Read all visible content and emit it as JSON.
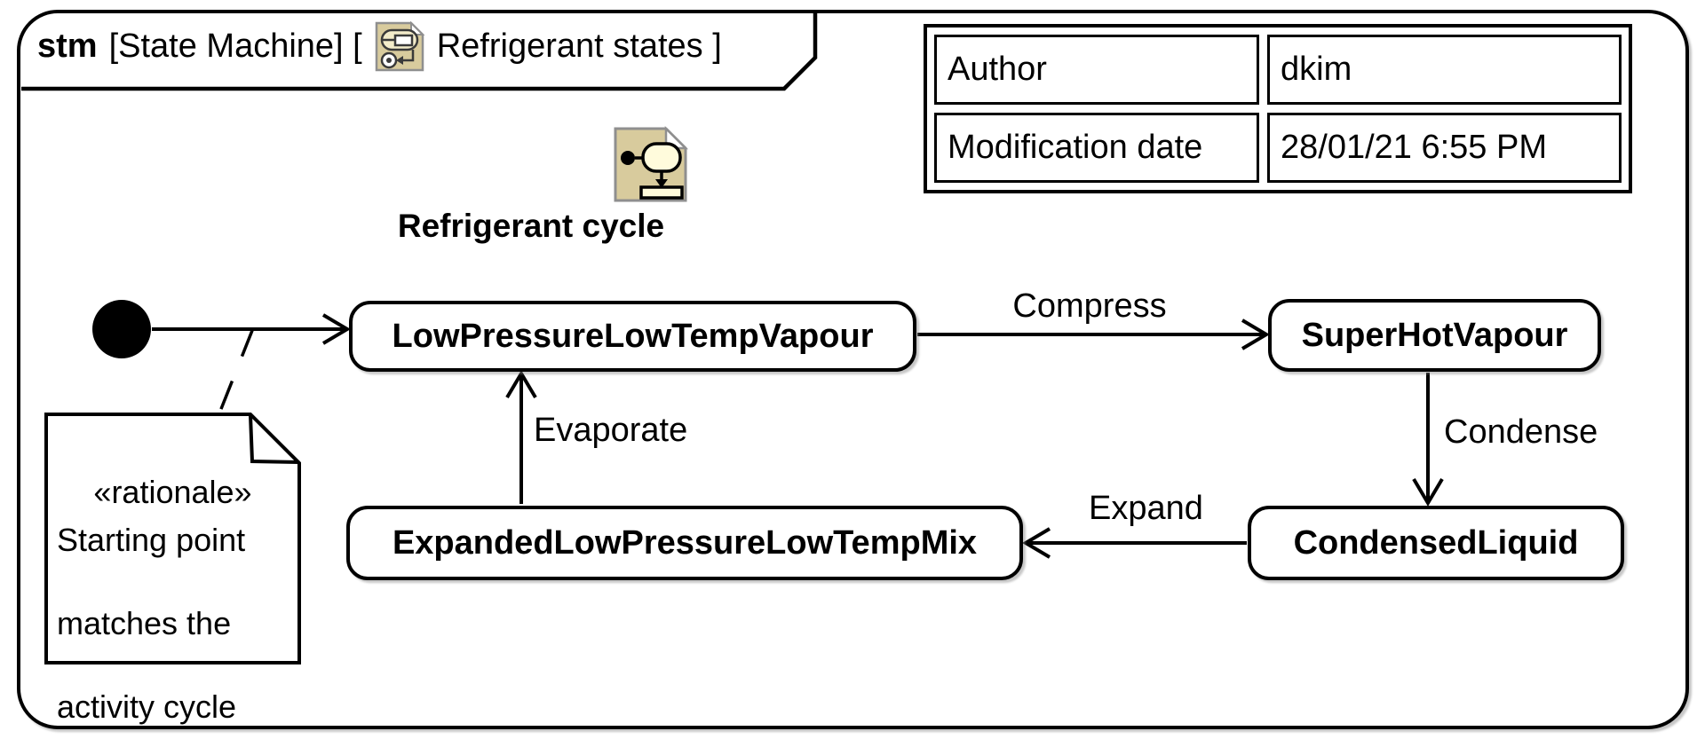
{
  "title": {
    "keyword": "stm",
    "diagram_type": "[State Machine] [",
    "diagram_name": "Refrigerant states ]"
  },
  "properties_table": {
    "rows": [
      {
        "label": "Author",
        "value": "dkim"
      },
      {
        "label": "Modification date",
        "value": "28/01/21 6:55 PM"
      }
    ]
  },
  "context_icon": {
    "label": "Refrigerant cycle"
  },
  "states": [
    {
      "name": "LowPressureLowTempVapour"
    },
    {
      "name": "SuperHotVapour"
    },
    {
      "name": "CondensedLiquid"
    },
    {
      "name": "ExpandedLowPressureLowTempMix"
    }
  ],
  "initial_state": {
    "kind": "initial-pseudostate"
  },
  "transitions": [
    {
      "label": "Compress",
      "from": "LowPressureLowTempVapour",
      "to": "SuperHotVapour"
    },
    {
      "label": "Condense",
      "from": "SuperHotVapour",
      "to": "CondensedLiquid"
    },
    {
      "label": "Expand",
      "from": "CondensedLiquid",
      "to": "ExpandedLowPressureLowTempMix"
    },
    {
      "label": "Evaporate",
      "from": "ExpandedLowPressureLowTempMix",
      "to": "LowPressureLowTempVapour"
    },
    {
      "label": "",
      "from": "initial",
      "to": "LowPressureLowTempVapour"
    }
  ],
  "note": {
    "stereotype": "«rationale»",
    "lines": [
      "Starting point",
      "matches the",
      "activity cycle"
    ],
    "text": "Starting point matches the activity cycle"
  },
  "colors": {
    "icon_fill": "#d8cb9d",
    "icon_border": "#8f8f8f",
    "icon_inner_fill": "#fffbdc",
    "line": "#000000",
    "background": "#ffffff"
  }
}
